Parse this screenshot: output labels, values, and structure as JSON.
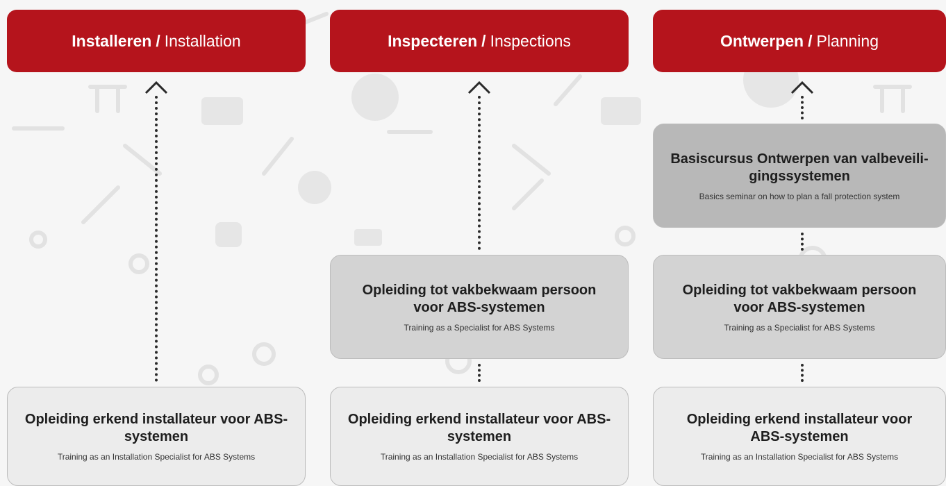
{
  "columns": [
    {
      "header": {
        "strong": "Installeren",
        "separator": "/",
        "light": "Installation"
      },
      "boxes": [
        {
          "title": "Opleiding erkend installateur voor ABS-systemen",
          "subtitle": "Training as an Installation Specialist for ABS Systems",
          "shade": "light"
        }
      ]
    },
    {
      "header": {
        "strong": "Inspecteren",
        "separator": "/",
        "light": "Inspections"
      },
      "boxes": [
        {
          "title": "Opleiding tot vakbekwaam persoon voor ABS-systemen",
          "subtitle": "Training as a Specialist for ABS Systems",
          "shade": "mid"
        },
        {
          "title": "Opleiding erkend installateur voor ABS-systemen",
          "subtitle": "Training as an Installation Specialist for ABS Systems",
          "shade": "light"
        }
      ]
    },
    {
      "header": {
        "strong": "Ontwerpen",
        "separator": "/",
        "light": "Planning"
      },
      "boxes": [
        {
          "title": "Basiscursus Ontwerpen van valbeveili-gingssystemen",
          "subtitle": "Basics seminar on how to plan a fall protection system",
          "shade": "dark"
        },
        {
          "title": "Opleiding tot vakbekwaam persoon voor ABS-systemen",
          "subtitle": "Training as a Specialist for ABS Systems",
          "shade": "mid"
        },
        {
          "title": "Opleiding erkend installateur voor ABS-systemen",
          "subtitle": "Training as an Installation Specialist for ABS Systems",
          "shade": "light"
        }
      ]
    }
  ],
  "colors": {
    "header_red": "#b5141c",
    "box_light": "#ececec",
    "box_mid": "#d3d3d3",
    "box_dark": "#b8b8b8",
    "connector": "#2a2a2a"
  },
  "icons": [
    "chevron-up-icon",
    "background-equipment-pattern"
  ]
}
